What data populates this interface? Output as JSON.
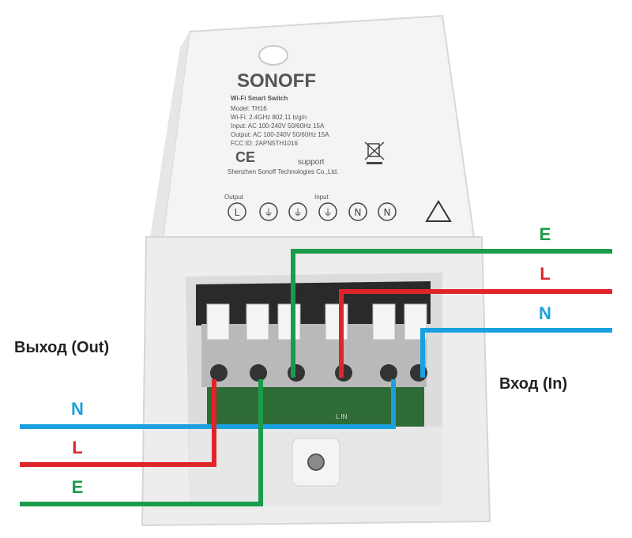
{
  "device": {
    "brand": "SONOFF",
    "product_line": "Wi-Fi Smart Switch",
    "model": "Model: TH16",
    "wifi": "Wi-Fi: 2.4GHz 802.11 b/g/n",
    "input_rating": "Input: AC 100-240V 50/60Hz 15A",
    "output_rating": "Output: AC 100-240V 50/60Hz 15A",
    "fcc": "FCC ID: 2APN5TH1016",
    "ce_mark": "CE",
    "support": "support",
    "manufacturer": "Shenzhen Sonoff Technologies Co.,Ltd.",
    "output_header": "Output",
    "input_header": "Input",
    "terminal_glyphs": [
      "L",
      "⏚",
      "⏚",
      "⏚",
      "N",
      "N"
    ],
    "pcb_label": "L IN"
  },
  "labels": {
    "out_side": "Выход (Out)",
    "in_side": "Вход (In)"
  },
  "wires": {
    "input": [
      {
        "letter": "E",
        "color": "#1a9c4a"
      },
      {
        "letter": "L",
        "color": "#e0242b"
      },
      {
        "letter": "N",
        "color": "#1aa0e0"
      }
    ],
    "output": [
      {
        "letter": "N",
        "color": "#1aa0e0"
      },
      {
        "letter": "L",
        "color": "#e0242b"
      },
      {
        "letter": "E",
        "color": "#1a9c4a"
      }
    ]
  }
}
